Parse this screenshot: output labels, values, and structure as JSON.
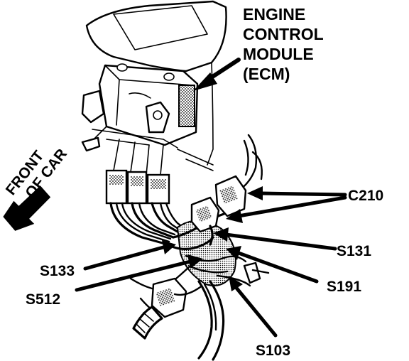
{
  "labels": {
    "ecm": [
      "ENGINE",
      "CONTROL",
      "MODULE",
      "(ECM)"
    ],
    "front": [
      "FRONT",
      "OF CAR"
    ],
    "c210": "C210",
    "s131": "S131",
    "s133": "S133",
    "s191": "S191",
    "s512": "S512",
    "s103": "S103"
  },
  "colors": {
    "ink": "#000000",
    "paper": "#ffffff",
    "shade": "#888888"
  }
}
